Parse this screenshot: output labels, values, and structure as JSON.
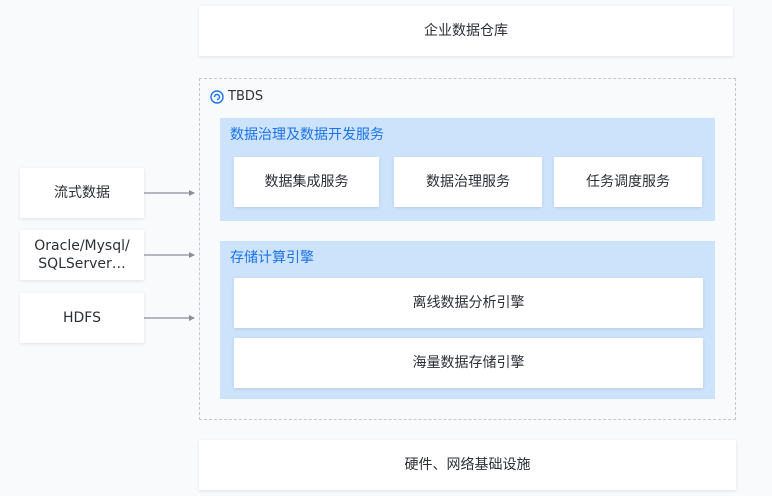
{
  "top_box": {
    "label": "企业数据仓库"
  },
  "bottom_box": {
    "label": "硬件、网络基础设施"
  },
  "platform": {
    "name": "TBDS",
    "logo_icon": "tbds-logo-icon"
  },
  "governance_panel": {
    "title": "数据治理及数据开发服务",
    "items": [
      "数据集成服务",
      "数据治理服务",
      "任务调度服务"
    ]
  },
  "compute_panel": {
    "title": "存储计算引擎",
    "items": [
      "离线数据分析引擎",
      "海量数据存储引擎"
    ]
  },
  "sources": [
    {
      "lines": [
        "流式数据"
      ]
    },
    {
      "lines": [
        "Oracle/Mysql/",
        "SQLServer…"
      ]
    },
    {
      "lines": [
        "HDFS"
      ]
    }
  ],
  "colors": {
    "panel_bg": "#cde2fb",
    "accent": "#1a73e8",
    "arrow": "#8a8f96",
    "dashed_border": "#c3c8cf"
  }
}
